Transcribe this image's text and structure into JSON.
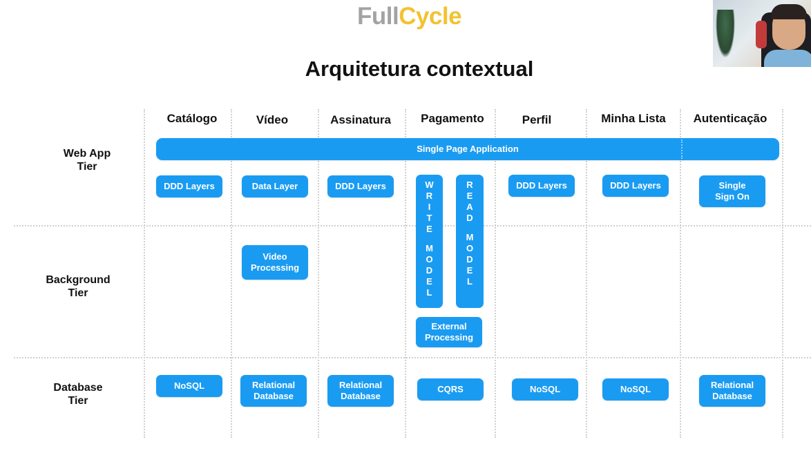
{
  "logo": {
    "part1": "Full",
    "part2": "Cycle",
    "color_gray": "#a3a3a3",
    "color_yellow": "#f2c230"
  },
  "slide": {
    "title": "Arquitetura contextual"
  },
  "columns": [
    "Catálogo",
    "Vídeo",
    "Assinatura",
    "Pagamento",
    "Perfil",
    "Minha Lista",
    "Autenticação"
  ],
  "tiers": {
    "web_app": [
      "Web App",
      "Tier"
    ],
    "background": [
      "Background",
      "Tier"
    ],
    "database": [
      "Database",
      "Tier"
    ]
  },
  "web_app": {
    "spa": "Single Page Application",
    "catalogo": "DDD Layers",
    "video": "Data Layer",
    "assinatura": "DDD Layers",
    "perfil": "DDD Layers",
    "minha_lista": "DDD Layers",
    "autenticacao": [
      "Single",
      "Sign On"
    ]
  },
  "pagamento": {
    "write_model": [
      "W",
      "R",
      "I",
      "T",
      "E",
      "",
      "M",
      "O",
      "D",
      "E",
      "L"
    ],
    "read_model": [
      "R",
      "E",
      "A",
      "D",
      "",
      "M",
      "O",
      "D",
      "E",
      "L"
    ],
    "external": [
      "External",
      "Processing"
    ]
  },
  "background": {
    "video": [
      "Video",
      "Processing"
    ]
  },
  "database": {
    "catalogo": "NoSQL",
    "video": [
      "Relational",
      "Database"
    ],
    "assinatura": [
      "Relational",
      "Database"
    ],
    "pagamento": "CQRS",
    "perfil": "NoSQL",
    "minha_lista": "NoSQL",
    "autenticacao": [
      "Relational",
      "Database"
    ]
  },
  "colors": {
    "box": "#1a9bf2",
    "box_text": "#ffffff",
    "divider": "#cfcfcf"
  }
}
